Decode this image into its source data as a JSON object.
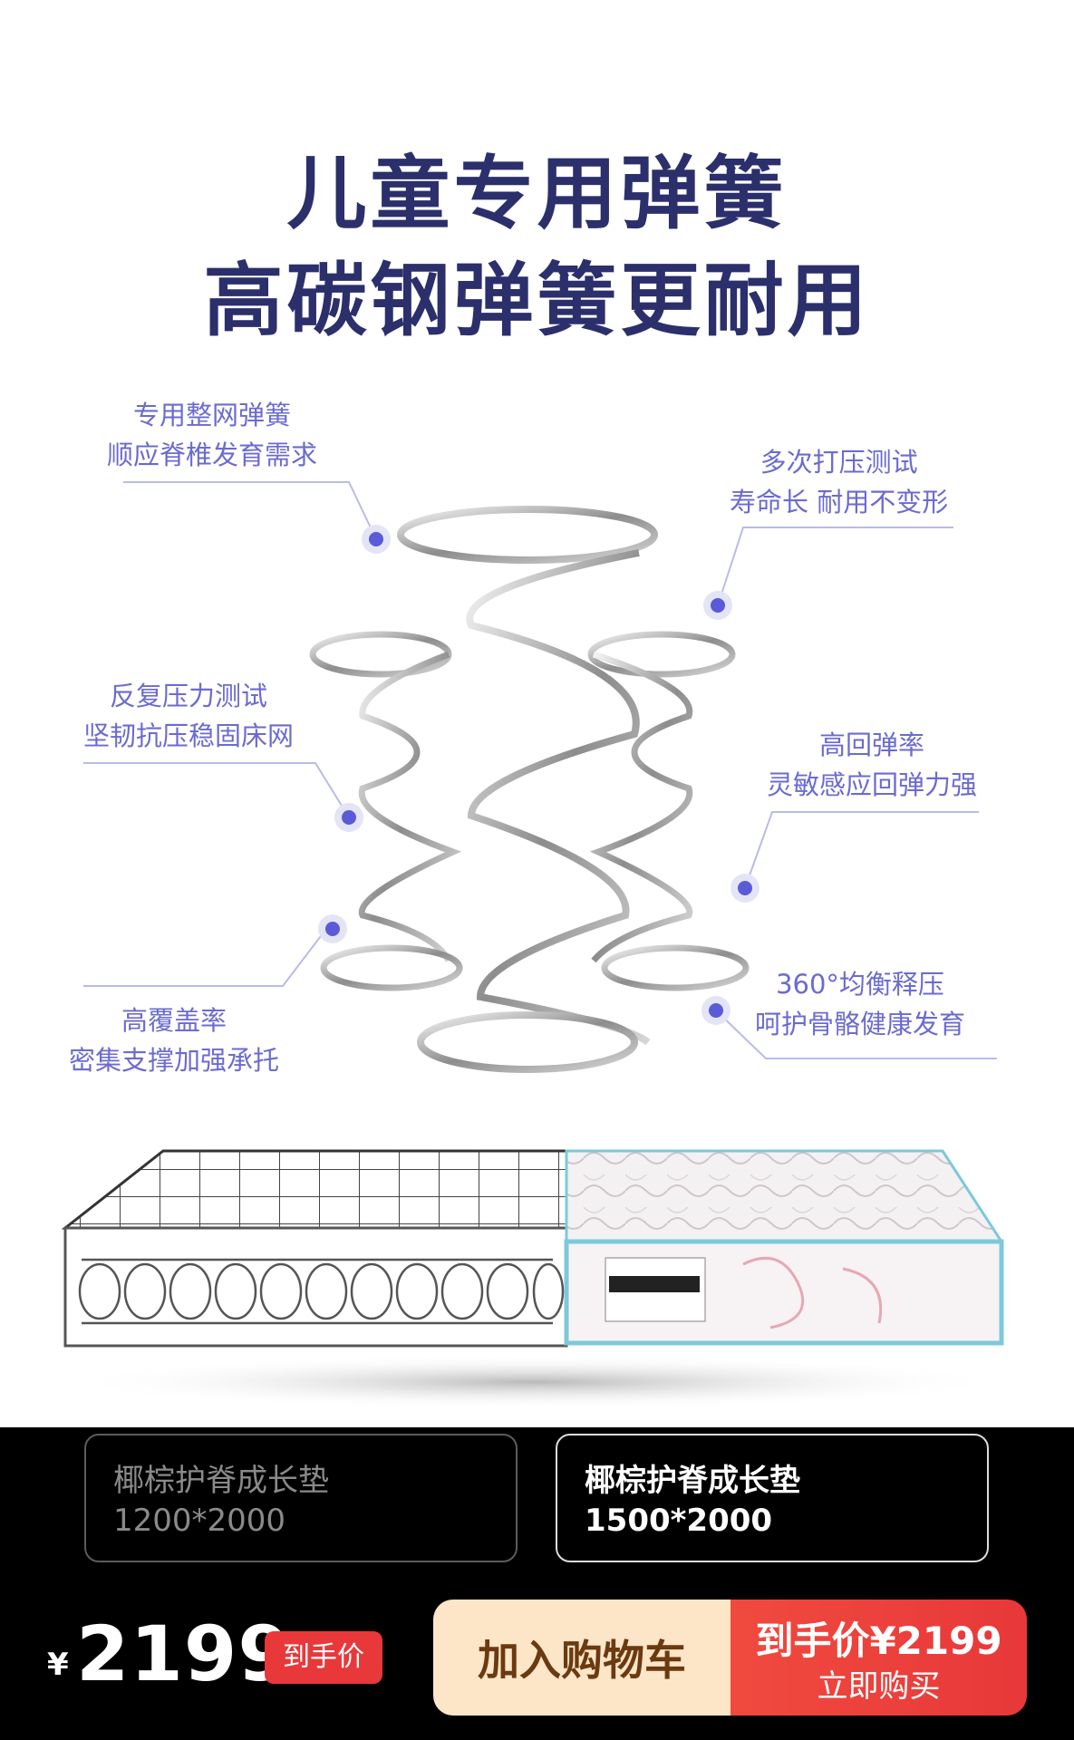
{
  "poster": {
    "headline_1": "儿童专用弹簧",
    "headline_2": "高碳钢弹簧更耐用",
    "colors": {
      "headline": "#2b2f6b",
      "callout": "#6b6bd0",
      "dot": "#5a5bd6",
      "line": "#b9bbea"
    },
    "callouts": [
      {
        "line1": "专用整网弹簧",
        "line2": "顺应脊椎发育需求"
      },
      {
        "line1": "多次打压测试",
        "line2": "寿命长 耐用不变形"
      },
      {
        "line1": "反复压力测试",
        "line2": "坚韧抗压稳固床网"
      },
      {
        "line1": "高回弹率",
        "line2": "灵敏感应回弹力强"
      },
      {
        "line1": "高覆盖率",
        "line2": "密集支撑加强承托"
      },
      {
        "line1": "360°均衡释压",
        "line2": "呵护骨骼健康发育"
      }
    ]
  },
  "variants": [
    {
      "name": "椰棕护脊成长垫",
      "size": "1200*2000",
      "selected": false
    },
    {
      "name": "椰棕护脊成长垫",
      "size": "1500*2000",
      "selected": true
    }
  ],
  "purchase": {
    "currency": "¥",
    "price": "2199",
    "price_tag": "到手价",
    "add_to_cart": "加入购物车",
    "buy_line1": "到手价¥2199",
    "buy_line2": "立即购买",
    "colors": {
      "buy": "#e8383a",
      "cart_bg": "#fde6c8",
      "cart_text": "#6b3a10"
    }
  }
}
